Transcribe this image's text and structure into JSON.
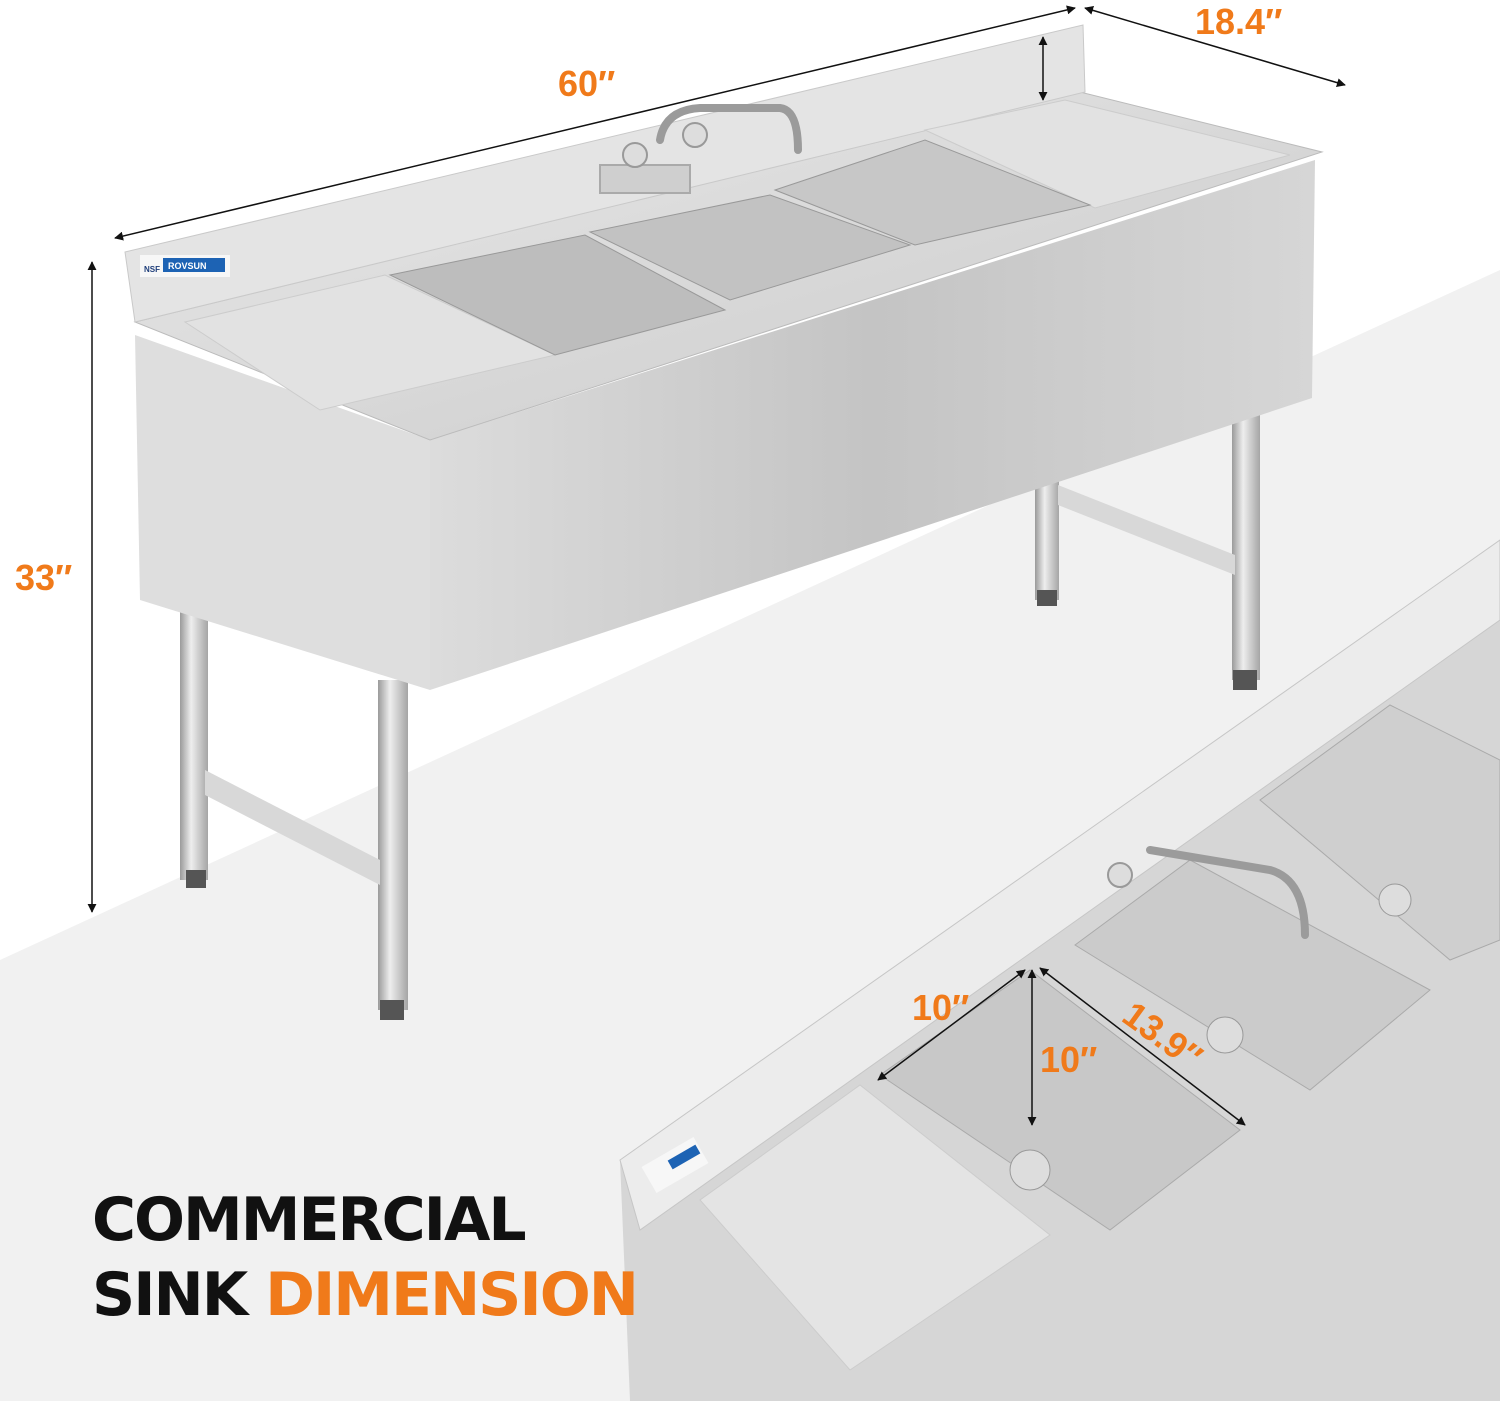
{
  "brand": {
    "logo_text": "ROVSUN",
    "cert_text": "NSF",
    "accent_color": "#f07a1a"
  },
  "dimensions": {
    "length": "60″",
    "depth": "18.4″",
    "height": "33″",
    "bowl_width": "10″",
    "bowl_depth": "10″",
    "bowl_length": "13.9″"
  },
  "headline": {
    "line1": "COMMERCIAL",
    "line2_black": "SINK",
    "line2_orange": "DIMENSION"
  }
}
